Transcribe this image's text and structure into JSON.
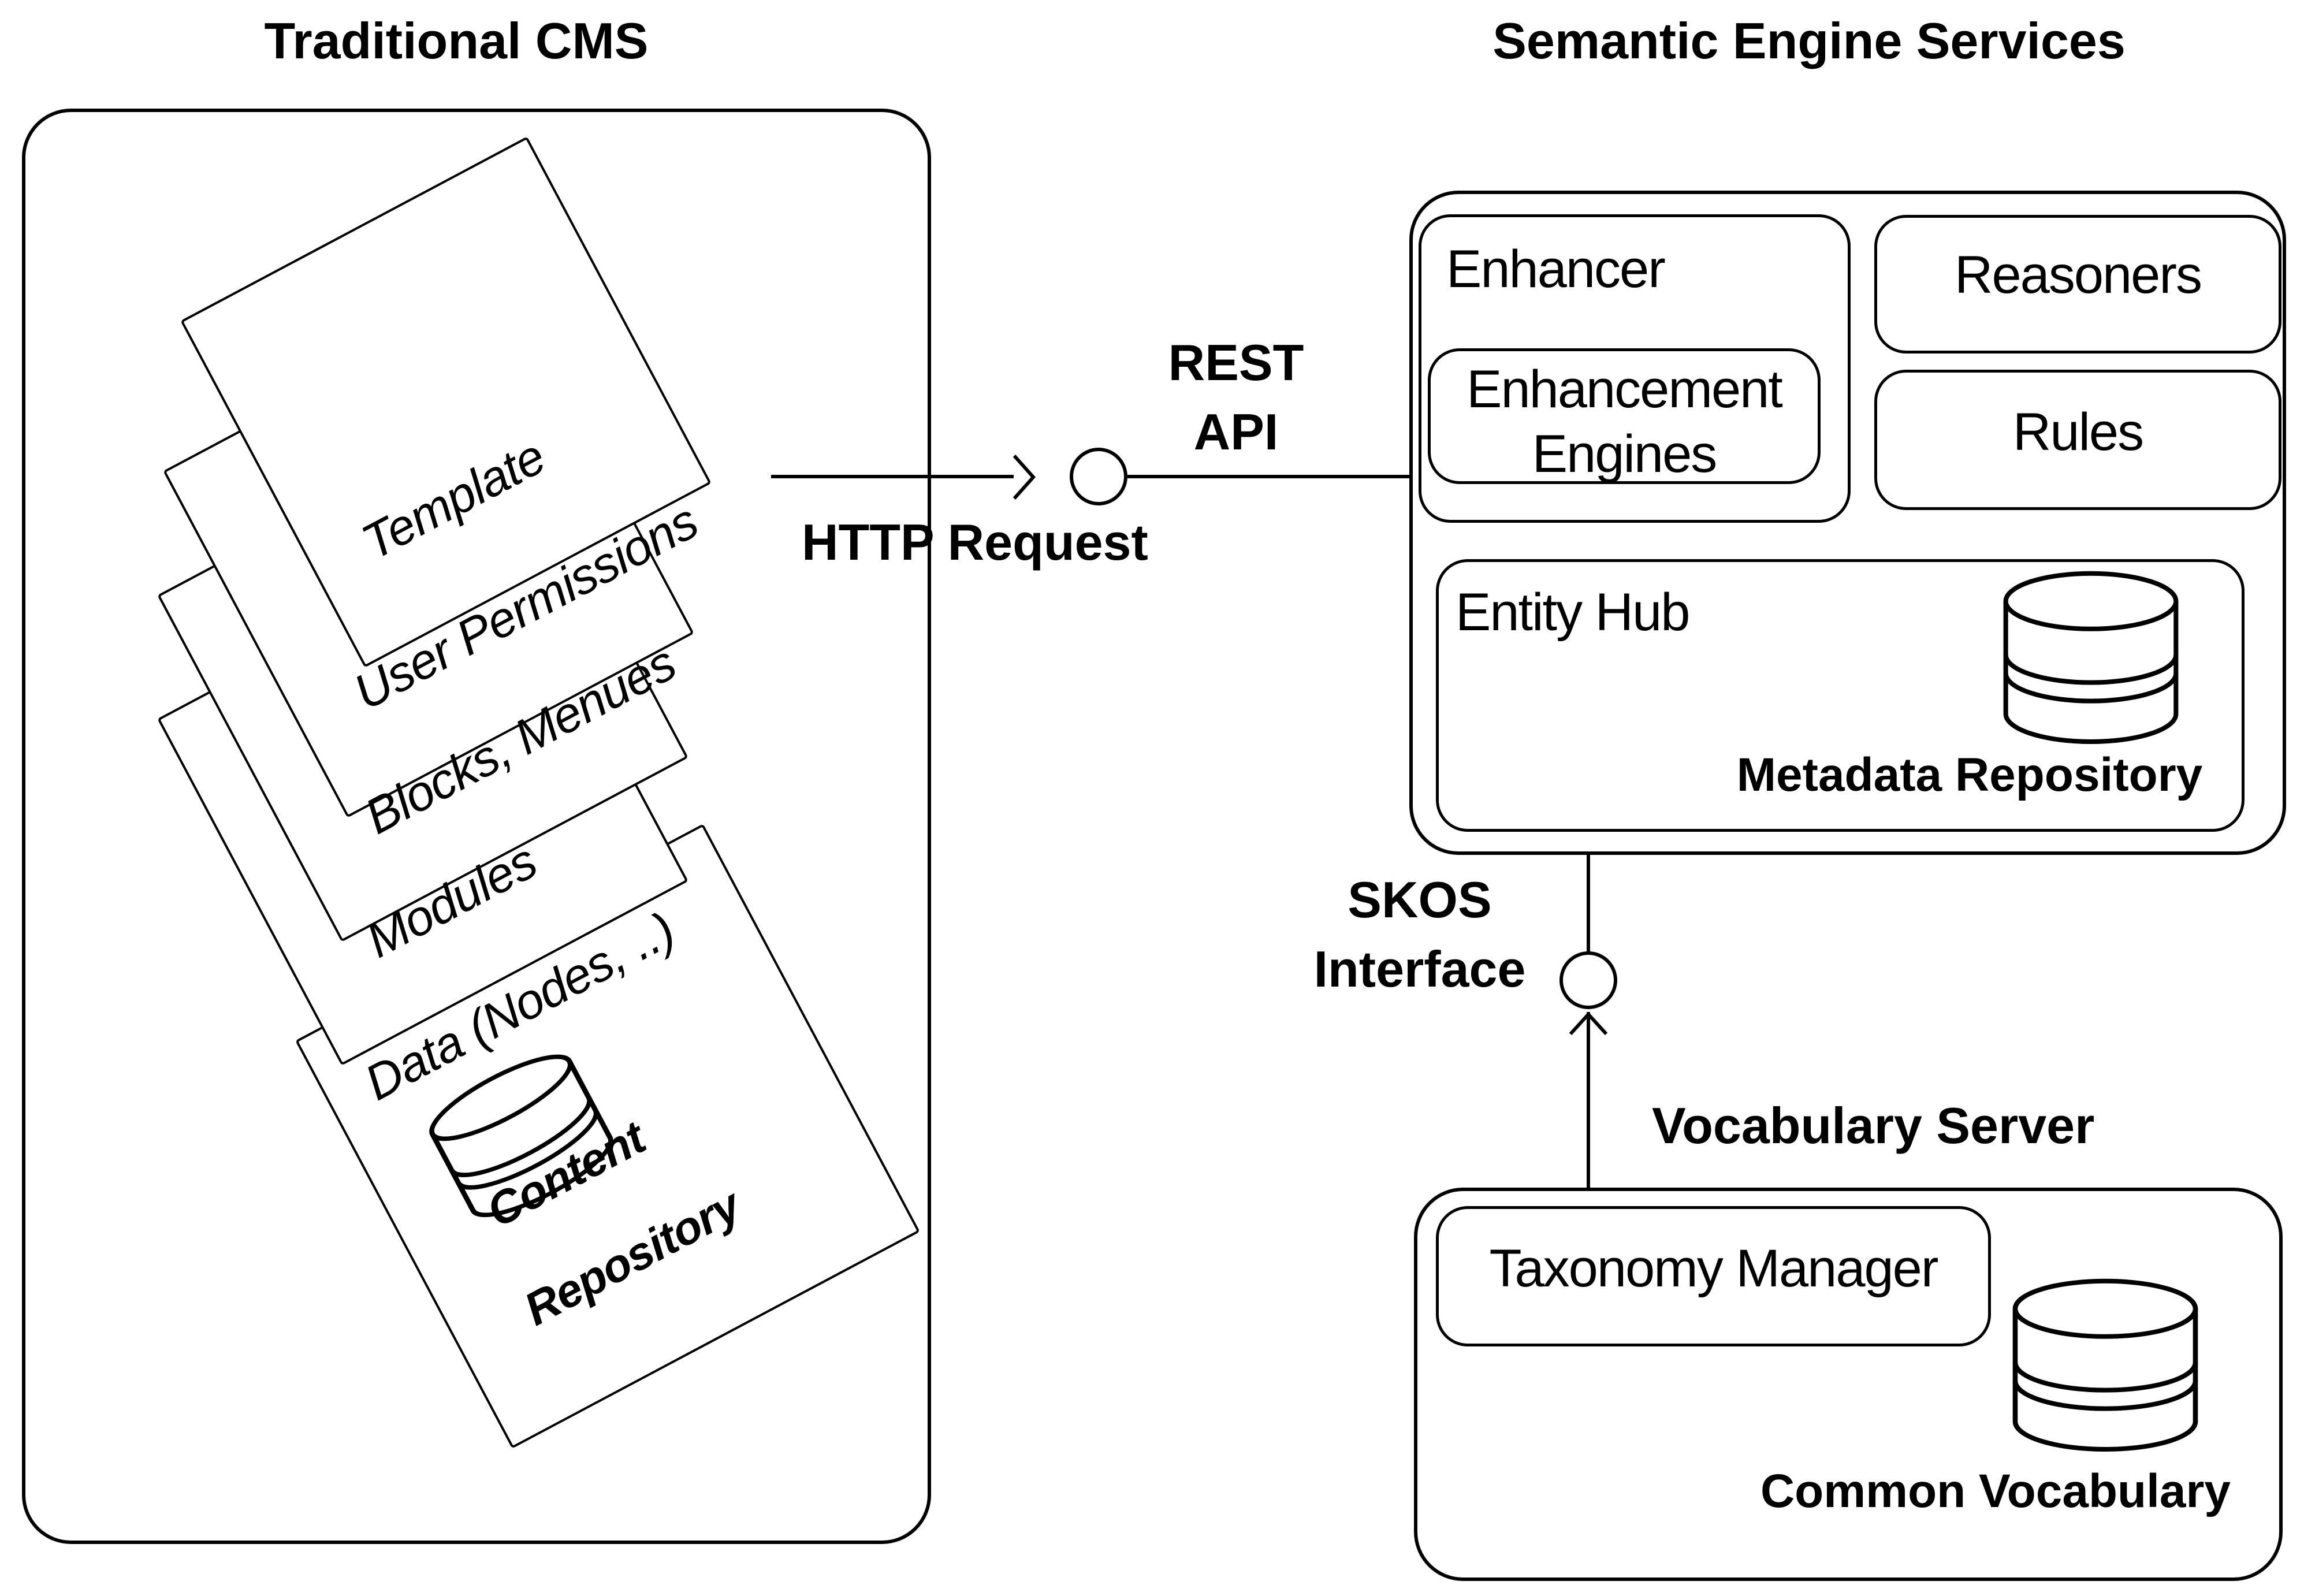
{
  "titles": {
    "left": "Traditional CMS",
    "right": "Semantic Engine Services"
  },
  "cms": {
    "pages": [
      {
        "label": "Template"
      },
      {
        "label": "User Permissions"
      },
      {
        "label": "Blocks, Menues"
      },
      {
        "label": "Modules"
      },
      {
        "label": "Data (Nodes, ..)"
      }
    ],
    "repository": {
      "line1": "Content",
      "line2": "Repository"
    }
  },
  "connectors": {
    "rest_api": {
      "line1": "REST",
      "line2": "API"
    },
    "http_request": "HTTP Request",
    "skos": {
      "line1": "SKOS",
      "line2": "Interface"
    }
  },
  "semantic_engine": {
    "enhancer": "Enhancer",
    "enhancement_engines": {
      "line1": "Enhancement",
      "line2": "Engines"
    },
    "reasoners": "Reasoners",
    "rules": "Rules",
    "entity_hub": "Entity Hub",
    "metadata_repository": "Metadata Repository"
  },
  "vocabulary": {
    "title": "Vocabulary Server",
    "taxonomy_manager": "Taxonomy Manager",
    "common_vocabulary": "Common Vocabulary"
  },
  "icons": {
    "database": "stacked-cylinder",
    "interface": "lollipop-circle",
    "arrow_right": "open-chevron-right",
    "arrow_up": "open-chevron-up"
  },
  "colors": {
    "ink": "#000000",
    "background": "#ffffff"
  }
}
